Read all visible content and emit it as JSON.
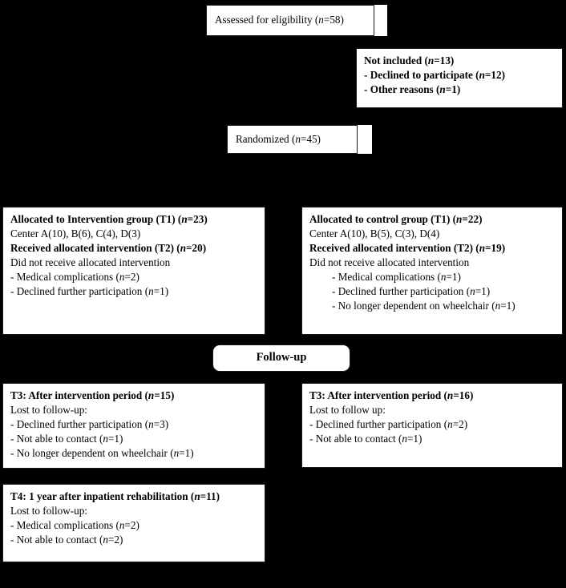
{
  "diagram": {
    "title": "CONSORT participant flow diagram",
    "background_color": "#000000",
    "box_color": "#ffffff",
    "text_color": "#000000"
  },
  "nodes": {
    "assessed": {
      "name": "assessed-for-eligibility",
      "lines": [
        {
          "text": "Assessed for eligibility (",
          "italic_n": "n",
          "tail": "=58)",
          "bold": false
        }
      ],
      "full_text": "Assessed for eligibility (n=58)"
    },
    "not_included": {
      "name": "not-included",
      "lines": [
        {
          "text": "Not included (",
          "italic_n": "n",
          "tail": "=13)",
          "bold": true
        },
        {
          "text": "- Declined to participate (",
          "italic_n": "n",
          "tail": "=12)",
          "bold": true
        },
        {
          "text": "- Other reasons (",
          "italic_n": "n",
          "tail": "=1)",
          "bold": true
        }
      ]
    },
    "randomized": {
      "name": "randomized",
      "lines": [
        {
          "text": "Randomized (",
          "italic_n": "n",
          "tail": "=45)",
          "bold": false
        }
      ],
      "full_text": "Randomized (n=45)"
    },
    "intervention_group": {
      "name": "allocated-intervention-group",
      "lines": [
        {
          "text": "Allocated to Intervention group (T1) (",
          "italic_n": "n",
          "tail": "=23)",
          "bold": true,
          "indent": false
        },
        {
          "text": "Center A(10), B(6), C(4), D(3)",
          "italic_n": "",
          "tail": "",
          "bold": false,
          "indent": false
        },
        {
          "text": "Received allocated intervention (T2) (",
          "italic_n": "n",
          "tail": "=20)",
          "bold": true,
          "indent": false
        },
        {
          "text": "Did not receive allocated intervention",
          "italic_n": "",
          "tail": "",
          "bold": false,
          "indent": false
        },
        {
          "text": "- Medical complications (",
          "italic_n": "n",
          "tail": "=2)",
          "bold": false,
          "indent": false
        },
        {
          "text": "- Declined further participation (",
          "italic_n": "n",
          "tail": "=1)",
          "bold": false,
          "indent": false
        }
      ]
    },
    "control_group": {
      "name": "allocated-control-group",
      "lines": [
        {
          "text": "Allocated to control group (T1) (",
          "italic_n": "n",
          "tail": "=22)",
          "bold": true,
          "indent": false
        },
        {
          "text": "Center A(10), B(5), C(3), D(4)",
          "italic_n": "",
          "tail": "",
          "bold": false,
          "indent": false
        },
        {
          "text": "Received allocated intervention (T2) (",
          "italic_n": "n",
          "tail": "=19)",
          "bold": true,
          "indent": false
        },
        {
          "text": "Did not receive allocated intervention",
          "italic_n": "",
          "tail": "",
          "bold": false,
          "indent": false
        },
        {
          "text": "- Medical complications (",
          "italic_n": "n",
          "tail": "=1)",
          "bold": false,
          "indent": true
        },
        {
          "text": "- Declined further participation (",
          "italic_n": "n",
          "tail": "=1)",
          "bold": false,
          "indent": true
        },
        {
          "text": "- No longer dependent on wheelchair (",
          "italic_n": "n",
          "tail": "=1)",
          "bold": false,
          "indent": true
        }
      ]
    },
    "followup": {
      "name": "follow-up-banner",
      "label": "Follow-up"
    },
    "t3_left": {
      "name": "t3-intervention",
      "lines": [
        {
          "text": "T3: After intervention period (",
          "italic_n": "n",
          "tail": "=15)",
          "bold": true,
          "indent": false
        },
        {
          "text": "Lost to follow-up:",
          "italic_n": "",
          "tail": "",
          "bold": false,
          "indent": false
        },
        {
          "text": "- Declined further participation (",
          "italic_n": "n",
          "tail": "=3)",
          "bold": false,
          "indent": false
        },
        {
          "text": "- Not able to contact (",
          "italic_n": "n",
          "tail": "=1)",
          "bold": false,
          "indent": false
        },
        {
          "text": "- No longer dependent on wheelchair (",
          "italic_n": "n",
          "tail": "=1)",
          "bold": false,
          "indent": false
        }
      ]
    },
    "t3_right": {
      "name": "t3-control",
      "lines": [
        {
          "text": "T3: After intervention period (",
          "italic_n": "n",
          "tail": "=16)",
          "bold": true,
          "indent": false
        },
        {
          "text": "Lost to follow up:",
          "italic_n": "",
          "tail": "",
          "bold": false,
          "indent": false
        },
        {
          "text": "- Declined further participation (",
          "italic_n": "n",
          "tail": "=2)",
          "bold": false,
          "indent": false
        },
        {
          "text": "- Not able to contact (",
          "italic_n": "n",
          "tail": "=1)",
          "bold": false,
          "indent": false
        }
      ]
    },
    "t4_left": {
      "name": "t4-intervention",
      "lines": [
        {
          "text": "T4: 1 year after inpatient rehabilitation (",
          "italic_n": "n",
          "tail": "=11)",
          "bold": true,
          "indent": false
        },
        {
          "text": "Lost to follow-up:",
          "italic_n": "",
          "tail": "",
          "bold": false,
          "indent": false
        },
        {
          "text": "- Medical complications (",
          "italic_n": "n",
          "tail": "=2)",
          "bold": false,
          "indent": false
        },
        {
          "text": "- Not able to contact (",
          "italic_n": "n",
          "tail": "=2)",
          "bold": false,
          "indent": false
        }
      ]
    }
  }
}
